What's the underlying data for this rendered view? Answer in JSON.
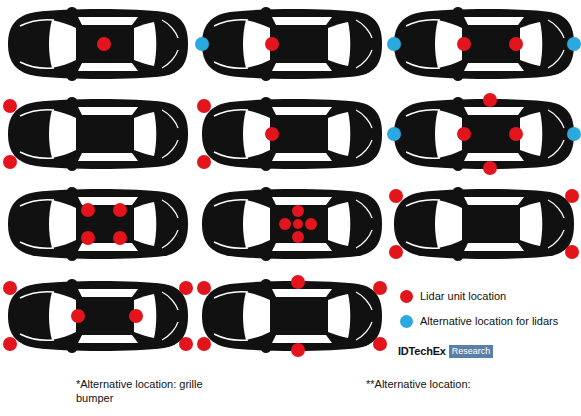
{
  "diagram": {
    "labels": [
      "IDTechEx",
      "Research",
      "*Alternative location: grille",
      "bumper",
      "**Alternative location:"
    ],
    "legend": [
      {
        "text": "Lidar unit location",
        "color": "#e3141c"
      },
      {
        "text": "Alternative location for lidars",
        "color": "#2aa8e0"
      }
    ]
  }
}
